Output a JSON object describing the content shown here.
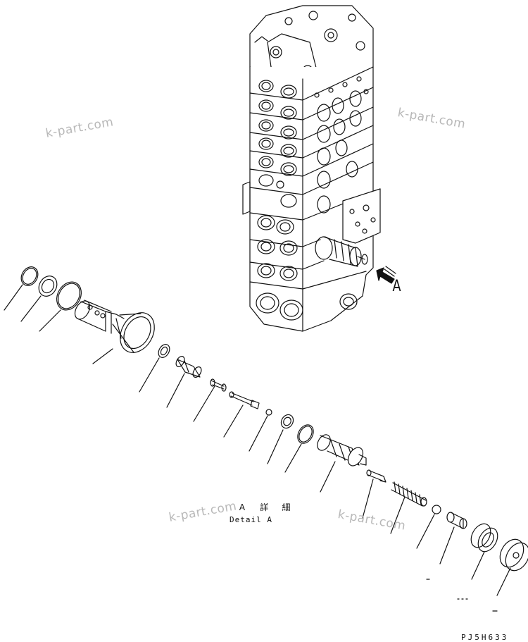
{
  "watermark": "k-part.com",
  "view_label": "A",
  "detail_label_jp": "Ａ 詳 細",
  "detail_label_en": "Detail A",
  "drawing_code": "PJ5H633"
}
